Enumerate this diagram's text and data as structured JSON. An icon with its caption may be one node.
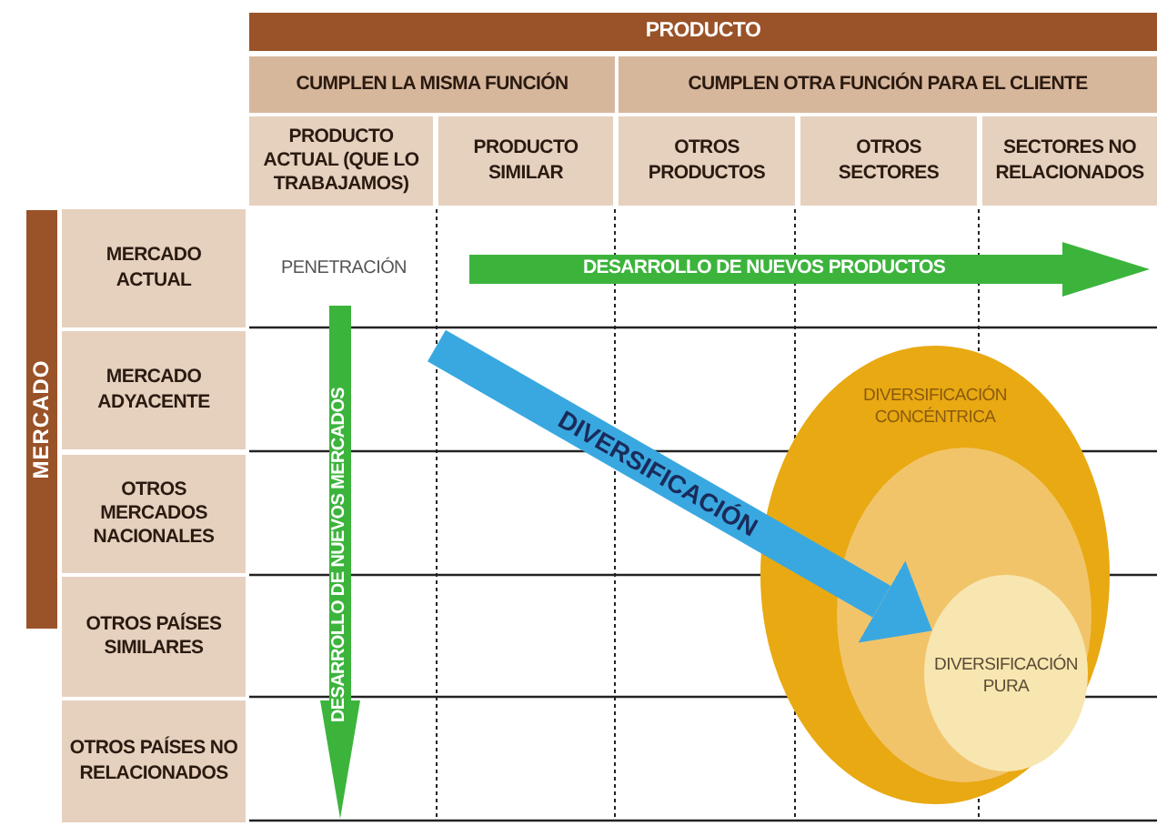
{
  "diagram": {
    "nodes": [
      {
        "text": [
          "DIVERSIFICACIÓN CONCÉNTRICA"
        ]
      },
      {
        "text": [],
        "shape": "circle",
        "in": 0
      },
      {
        "text": [
          "DIVERSIFICACIÓN PURA"
        ],
        "in": 1
      }
    ],
    "edges": [
      {
        "from": null,
        "to": 2,
        "arrow": "to",
        "label": "DIVERSIFICACIÓN"
      }
    ],
    "labels": [
      "PRODUCTO",
      "CUMPLEN LA MISMA FUNCIÓN",
      "CUMPLEN OTRA FUNCIÓN PARA EL CLIENTE",
      "PRODUCTO ACTUAL (QUE LO TRABAJAMOS)",
      "PRODUCTO SIMILAR",
      "OTROS PRODUCTOS",
      "OTROS SECTORES",
      "SECTORES NO RELACIONADOS",
      "MERCADO",
      "MERCADO ACTUAL",
      "MERCADO ADYACENTE",
      "OTROS MERCADOS NACIONALES",
      "OTROS PAÍSES SIMILARES",
      "OTROS PAÍSES NO RELACIONADOS",
      "PENETRACIÓN",
      "DESARROLLO DE NUEVOS PRODUCTOS",
      "DESARROLLO DE NUEVOS MERCADOS"
    ]
  }
}
